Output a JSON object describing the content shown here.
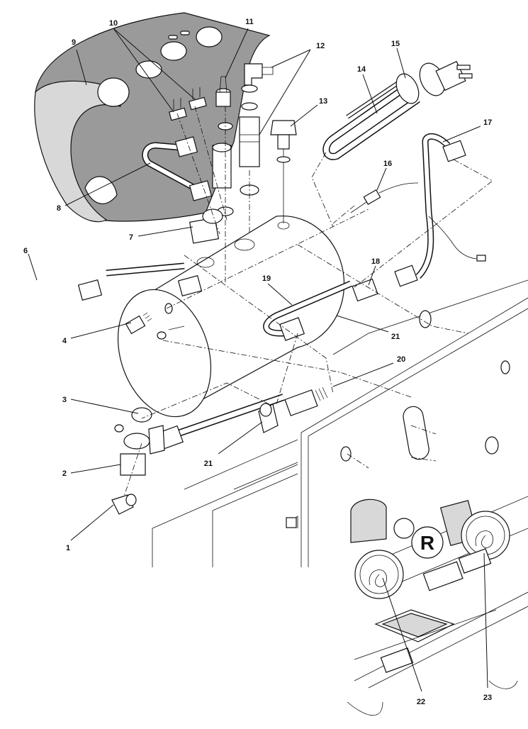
{
  "diagram": {
    "callouts": [
      {
        "id": "c1",
        "label": "1"
      },
      {
        "id": "c2",
        "label": "2"
      },
      {
        "id": "c3",
        "label": "3"
      },
      {
        "id": "c4",
        "label": "4"
      },
      {
        "id": "c6",
        "label": "6"
      },
      {
        "id": "c7",
        "label": "7"
      },
      {
        "id": "c8",
        "label": "8"
      },
      {
        "id": "c9",
        "label": "9"
      },
      {
        "id": "c10",
        "label": "10"
      },
      {
        "id": "c11",
        "label": "11"
      },
      {
        "id": "c12",
        "label": "12"
      },
      {
        "id": "c13",
        "label": "13"
      },
      {
        "id": "c14",
        "label": "14"
      },
      {
        "id": "c15",
        "label": "15"
      },
      {
        "id": "c16",
        "label": "16"
      },
      {
        "id": "c17",
        "label": "17"
      },
      {
        "id": "c18",
        "label": "18"
      },
      {
        "id": "c19",
        "label": "19"
      },
      {
        "id": "c20",
        "label": "20"
      },
      {
        "id": "c21a",
        "label": "21"
      },
      {
        "id": "c21b",
        "label": "21"
      },
      {
        "id": "c22",
        "label": "22"
      },
      {
        "id": "c23",
        "label": "23"
      }
    ],
    "inset": {
      "logo_letter": "R"
    }
  }
}
